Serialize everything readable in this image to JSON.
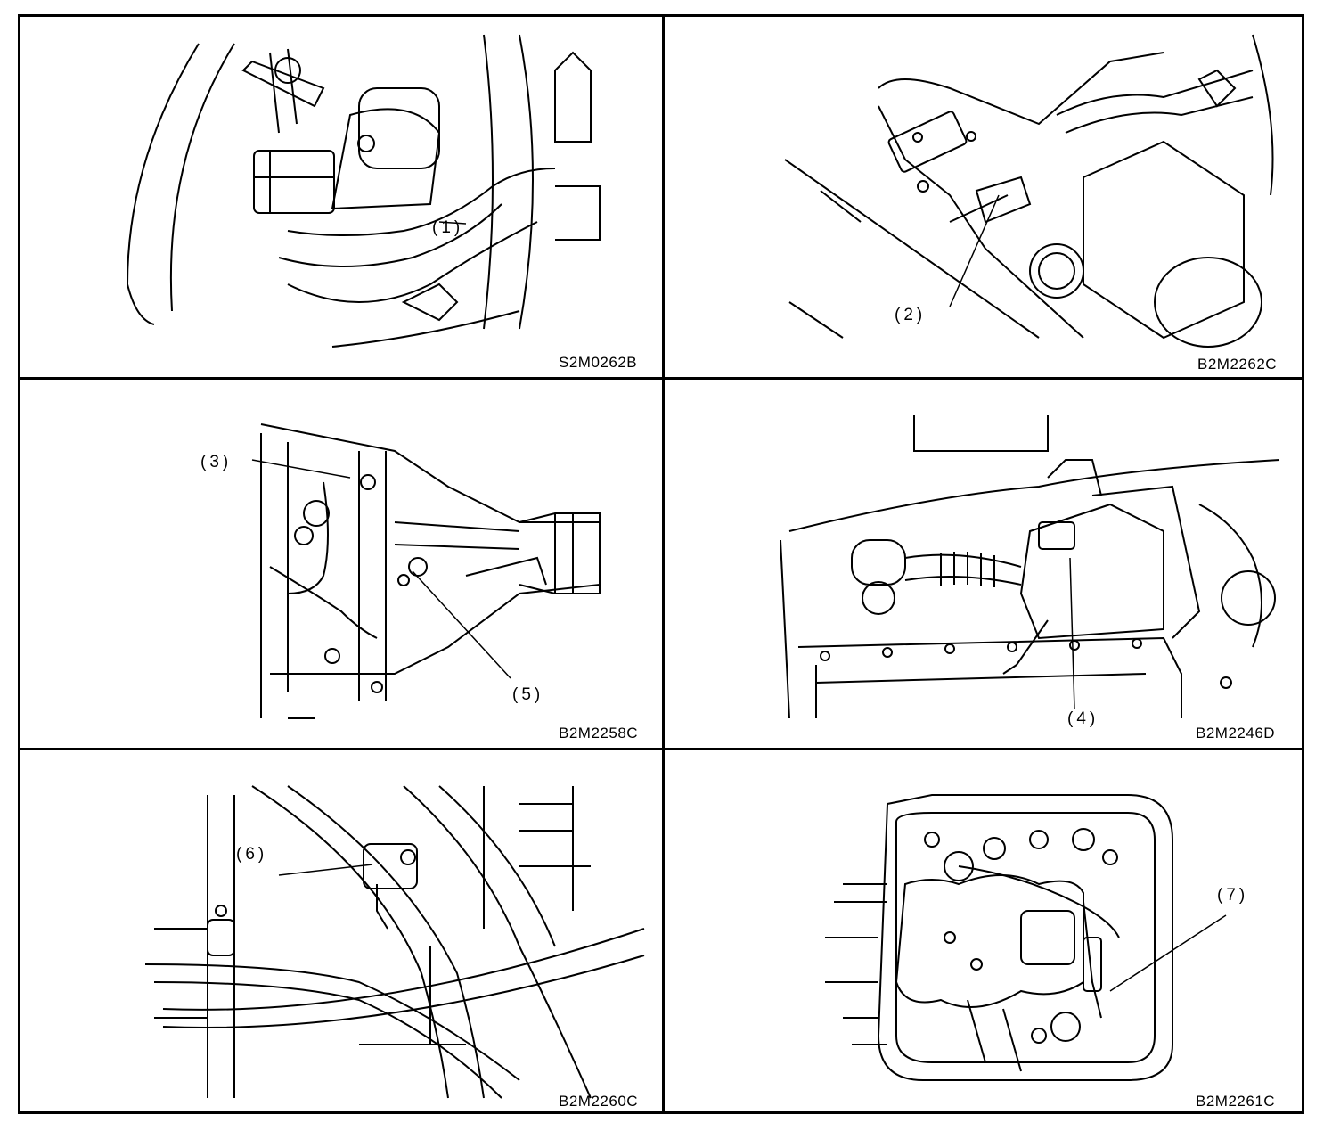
{
  "panels": [
    {
      "callout": "(1)",
      "ref": "S2M0262B"
    },
    {
      "callout": "(2)",
      "ref": "B2M2262C"
    },
    {
      "callouts": [
        "(3)",
        "(5)"
      ],
      "ref": "B2M2258C"
    },
    {
      "callout": "(4)",
      "ref": "B2M2246D"
    },
    {
      "callout": "(6)",
      "ref": "B2M2260C"
    },
    {
      "callout": "(7)",
      "ref": "B2M2261C"
    }
  ]
}
